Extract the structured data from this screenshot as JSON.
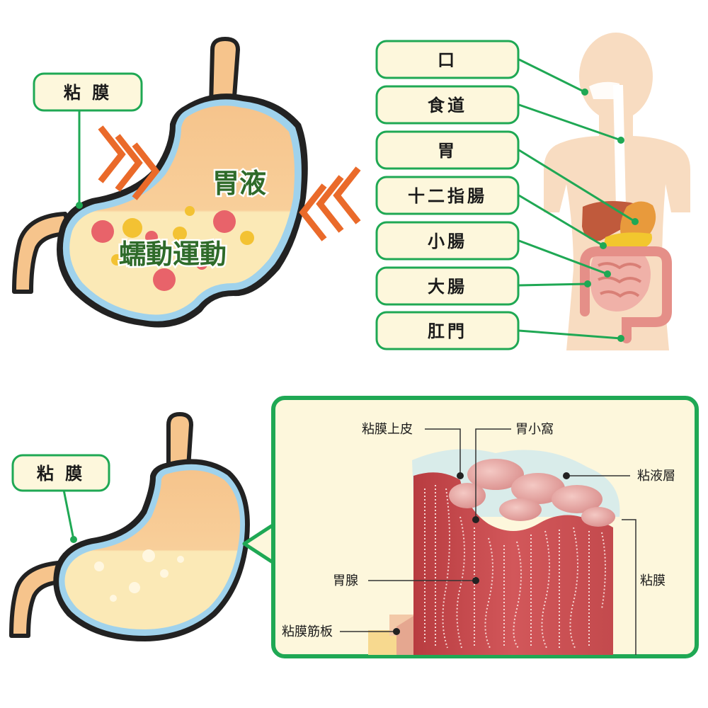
{
  "top": {
    "mucosa_label": "粘 膜",
    "gastric_juice": "胃液",
    "peristalsis": "蠕動運動",
    "organs": [
      "口",
      "食道",
      "胃",
      "十二指腸",
      "小腸",
      "大腸",
      "肛門"
    ]
  },
  "bottom": {
    "mucosa_label": "粘 膜",
    "layers": {
      "epithelium": "粘膜上皮",
      "gastric_pit": "胃小窩",
      "mucus_layer": "粘液層",
      "gastric_gland": "胃腺",
      "mucosa": "粘膜",
      "muscularis_mucosae": "粘膜筋板"
    }
  },
  "colors": {
    "green": "#1fa854",
    "label_fill": "#fdf7dc",
    "stomach_fill": "#fbe9b6",
    "stomach_upper": "#f6c48c",
    "lining": "#9fd2ec",
    "chevron": "#ea6a2a",
    "body_skin": "#f8dcc1",
    "tissue_red": "#c9494c"
  }
}
